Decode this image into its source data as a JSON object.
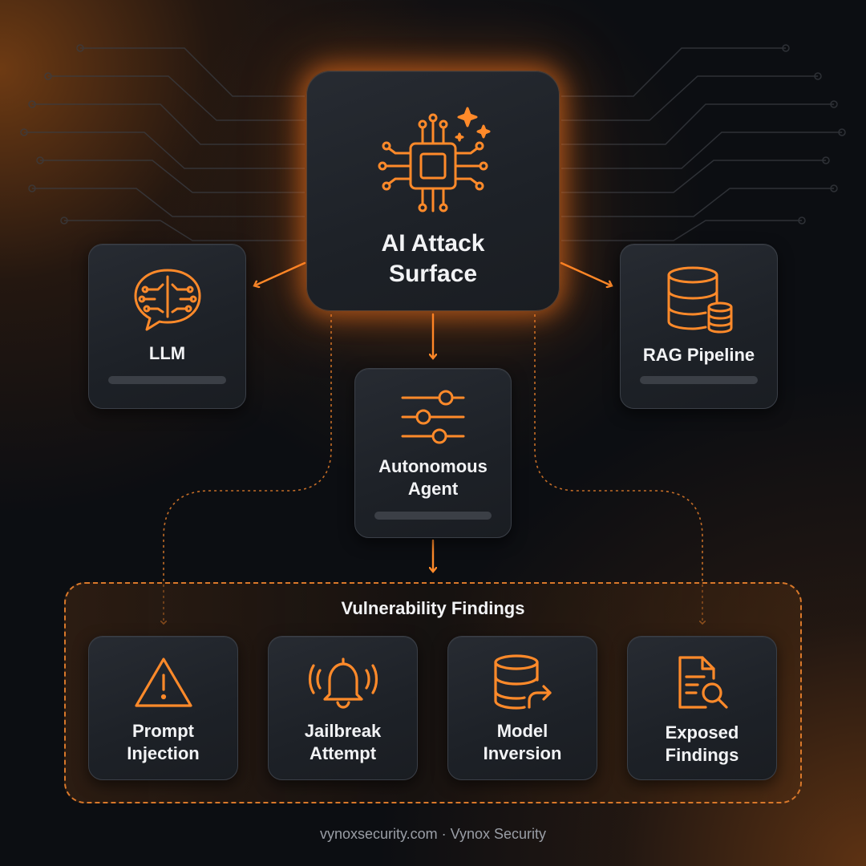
{
  "hub": {
    "title": "AI Attack\nSurface",
    "icon": "ai-chip-sparkle-icon"
  },
  "nodes": {
    "llm": {
      "label": "LLM",
      "icon": "chat-brain-icon"
    },
    "rag": {
      "label": "RAG Pipeline",
      "icon": "database-icon"
    },
    "agent": {
      "label": "Autonomous\nAgent",
      "icon": "sliders-icon"
    }
  },
  "findings": {
    "title": "Vulnerability Findings",
    "items": [
      {
        "label": "Prompt\nInjection",
        "icon": "warning-triangle-icon"
      },
      {
        "label": "Jailbreak\nAttempt",
        "icon": "alarm-bell-icon"
      },
      {
        "label": "Model\nInversion",
        "icon": "database-export-icon"
      },
      {
        "label": "Exposed\nFindings",
        "icon": "document-search-icon"
      }
    ]
  },
  "footer": "vynoxsecurity.com · Vynox Security",
  "colors": {
    "accent": "#ff8a2a",
    "background": "#0c0e12",
    "card": "#22262c"
  }
}
